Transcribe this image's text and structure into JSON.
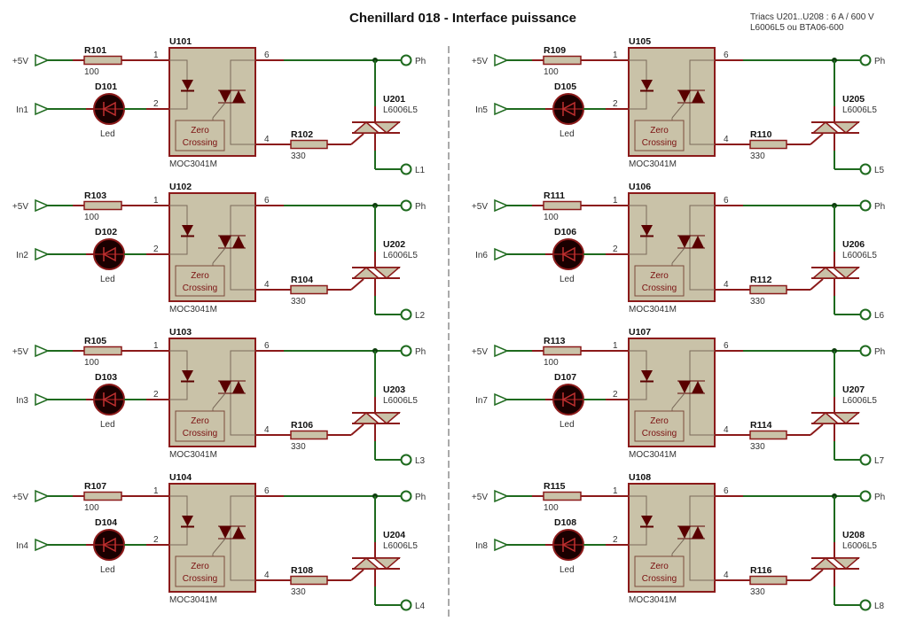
{
  "title": "Chenillard 018 - Interface puissance",
  "note": {
    "line1": "Triacs U201..U208 : 6 A / 600 V",
    "line2": "L6006L5 ou BTA06-600"
  },
  "colors": {
    "wire_green": "#1e6a1e",
    "wire_red": "#8b1a1a",
    "body_fill": "#c9c2a8",
    "body_stroke": "#8b1a1a",
    "led_fill": "#1a0000",
    "symbol_dark": "#5a0000",
    "junction": "#0d3d0d"
  },
  "common": {
    "supply_label": "+5V",
    "phase_label": "Ph",
    "led_value": "Led",
    "opto_part": "MOC3041M",
    "triac_part": "L6006L5",
    "r_in_value": "100",
    "r_gate_value": "330",
    "zero_line1": "Zero",
    "zero_line2": "Crossing",
    "pin1": "1",
    "pin2": "2",
    "pin4": "4",
    "pin6": "6"
  },
  "channels": [
    {
      "input": "In1",
      "r_in": "R101",
      "led": "D101",
      "opto": "U101",
      "r_gate": "R102",
      "triac": "U201",
      "load": "L1"
    },
    {
      "input": "In2",
      "r_in": "R103",
      "led": "D102",
      "opto": "U102",
      "r_gate": "R104",
      "triac": "U202",
      "load": "L2"
    },
    {
      "input": "In3",
      "r_in": "R105",
      "led": "D103",
      "opto": "U103",
      "r_gate": "R106",
      "triac": "U203",
      "load": "L3"
    },
    {
      "input": "In4",
      "r_in": "R107",
      "led": "D104",
      "opto": "U104",
      "r_gate": "R108",
      "triac": "U204",
      "load": "L4"
    },
    {
      "input": "In5",
      "r_in": "R109",
      "led": "D105",
      "opto": "U105",
      "r_gate": "R110",
      "triac": "U205",
      "load": "L5"
    },
    {
      "input": "In6",
      "r_in": "R111",
      "led": "D106",
      "opto": "U106",
      "r_gate": "R112",
      "triac": "U206",
      "load": "L6"
    },
    {
      "input": "In7",
      "r_in": "R113",
      "led": "D107",
      "opto": "U107",
      "r_gate": "R114",
      "triac": "U207",
      "load": "L7"
    },
    {
      "input": "In8",
      "r_in": "R115",
      "led": "D108",
      "opto": "U108",
      "r_gate": "R116",
      "triac": "U208",
      "load": "L8"
    }
  ]
}
